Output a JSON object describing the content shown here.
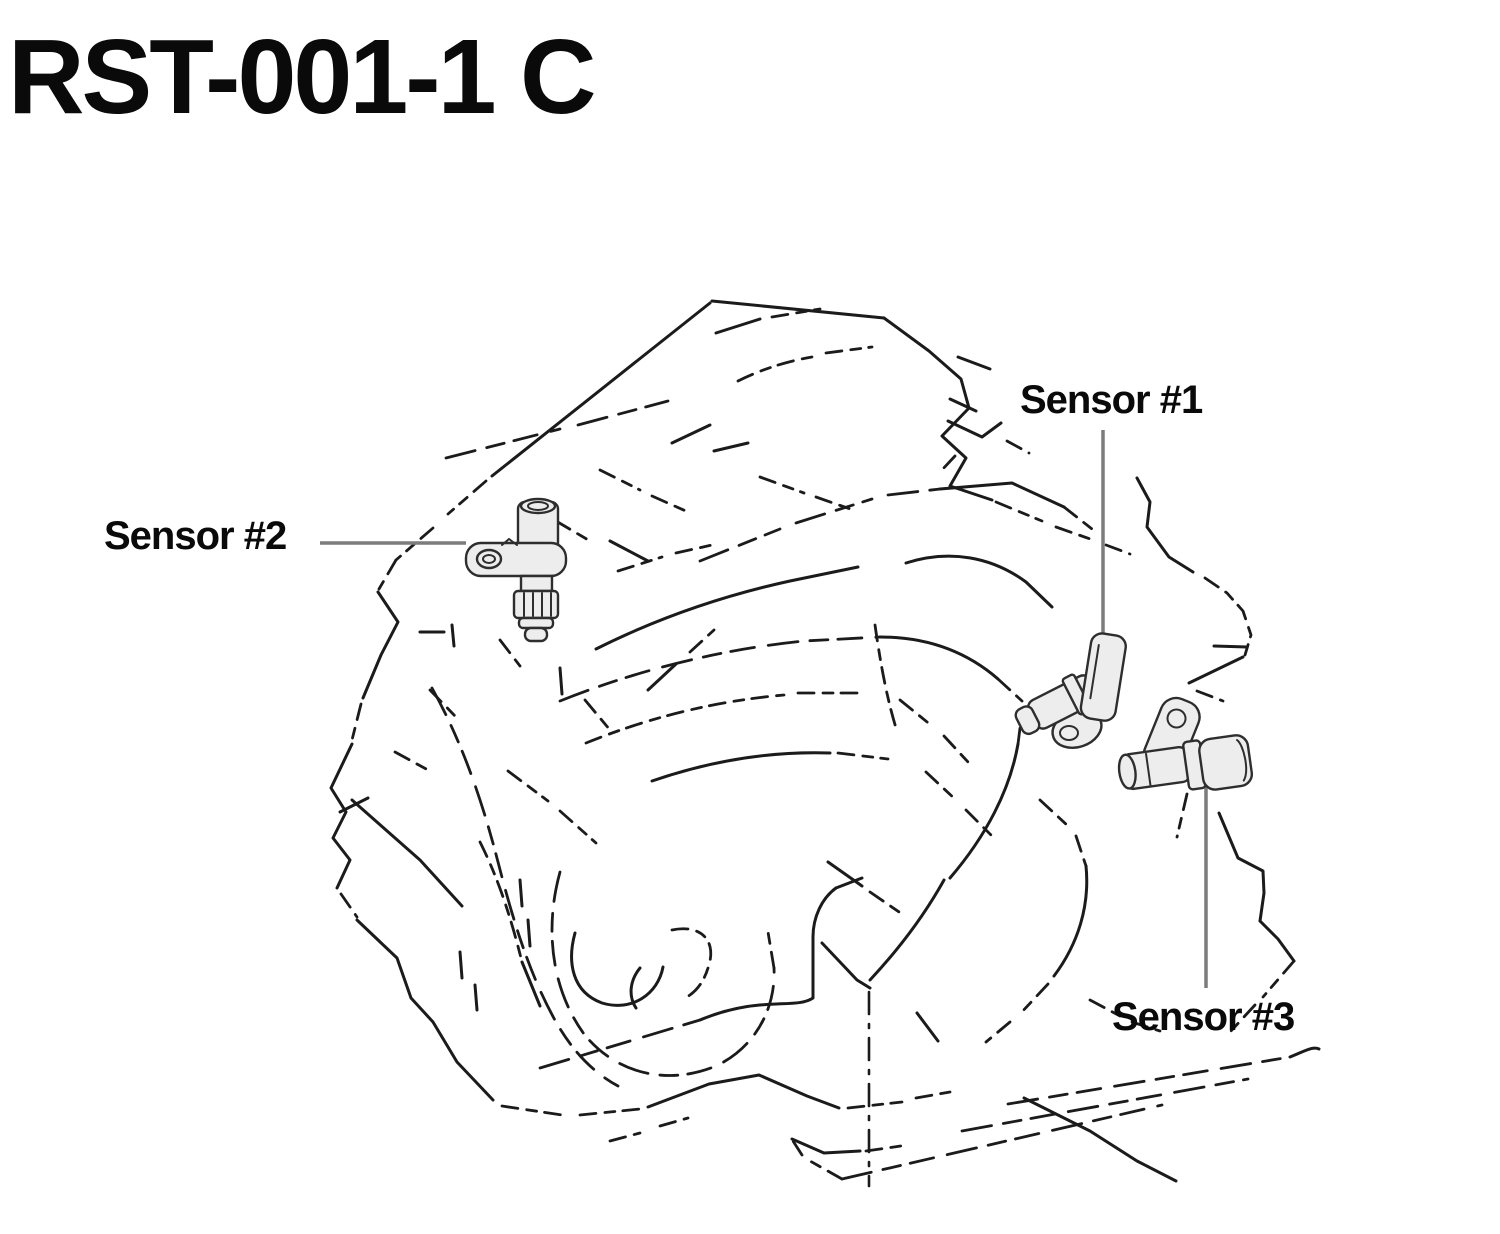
{
  "title": "RST-001-1 C",
  "labels": {
    "sensor1": "Sensor #1",
    "sensor2": "Sensor #2",
    "sensor3": "Sensor #3"
  },
  "colors": {
    "background": "#ffffff",
    "ink": "#1b1b1b",
    "text": "#0a0a0a",
    "leader": "#7c7c7c",
    "part-fill": "#ededed",
    "part-stroke": "#2e2e2e"
  }
}
